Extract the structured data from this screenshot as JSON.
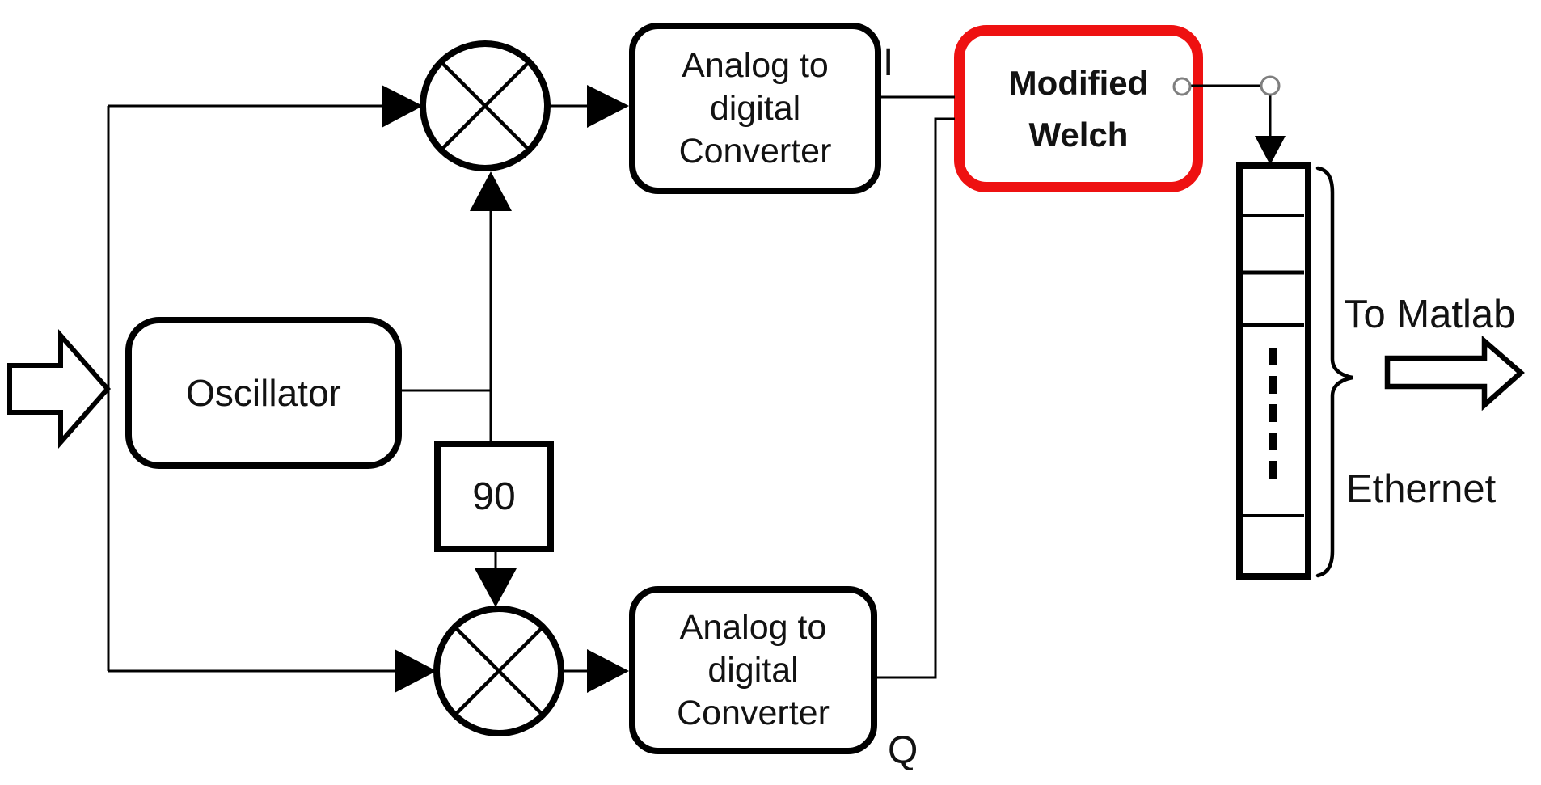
{
  "diagram": {
    "background": "#ffffff",
    "colors": {
      "wire": "#000000",
      "block_border": "#000000",
      "highlight_border": "#ee1111",
      "port_circle": "#7f7f7f",
      "text": "#121212"
    },
    "blocks": {
      "oscillator": {
        "label": "Oscillator"
      },
      "adc": {
        "lines": [
          "Analog to",
          "digital",
          "Converter"
        ]
      },
      "phase_shift": {
        "label": "90"
      },
      "modified_welch": {
        "lines": [
          "Modified",
          "Welch"
        ]
      }
    },
    "labels": {
      "i_branch": "I",
      "q_branch": "Q",
      "to_matlab": "To Matlab",
      "ethernet": "Ethernet"
    },
    "icons": {
      "input_arrow": "⇨",
      "mixer": "⊗",
      "lo_arrowheads": "▲▼",
      "buffer_brace": "}",
      "to_matlab_arrow": "⇨"
    }
  }
}
